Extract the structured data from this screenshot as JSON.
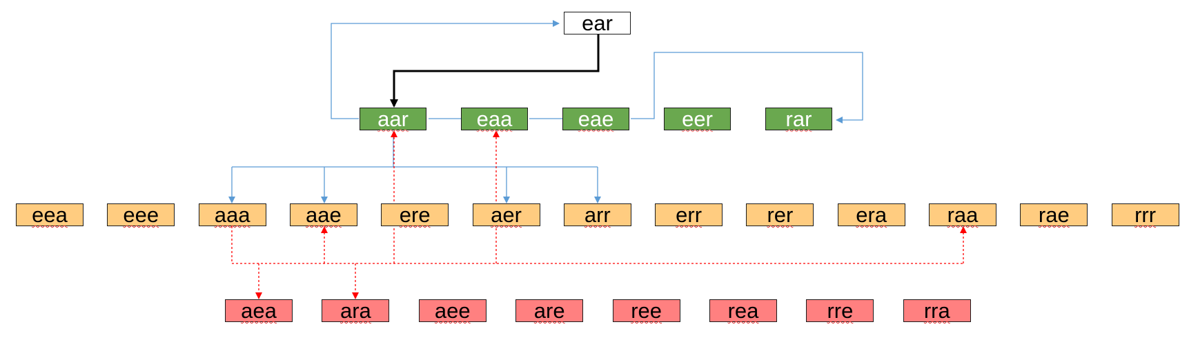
{
  "root": {
    "label": "ear"
  },
  "level1": [
    "aar",
    "eaa",
    "eae",
    "eer",
    "rar"
  ],
  "level2": [
    "eea",
    "eee",
    "aaa",
    "aae",
    "ere",
    "aer",
    "arr",
    "err",
    "rer",
    "era",
    "raa",
    "rae",
    "rrr"
  ],
  "level3": [
    "aea",
    "ara",
    "aee",
    "are",
    "ree",
    "rea",
    "rre",
    "rra"
  ],
  "colors": {
    "root_fill": "#ffffff",
    "level1_fill": "#6aa84f",
    "level2_fill": "#ffcc80",
    "level3_fill": "#ff8080",
    "border": "#1a1a1a",
    "blue_edge": "#5b9bd5",
    "red_edge": "#ff0000",
    "black_edge": "#000000"
  }
}
